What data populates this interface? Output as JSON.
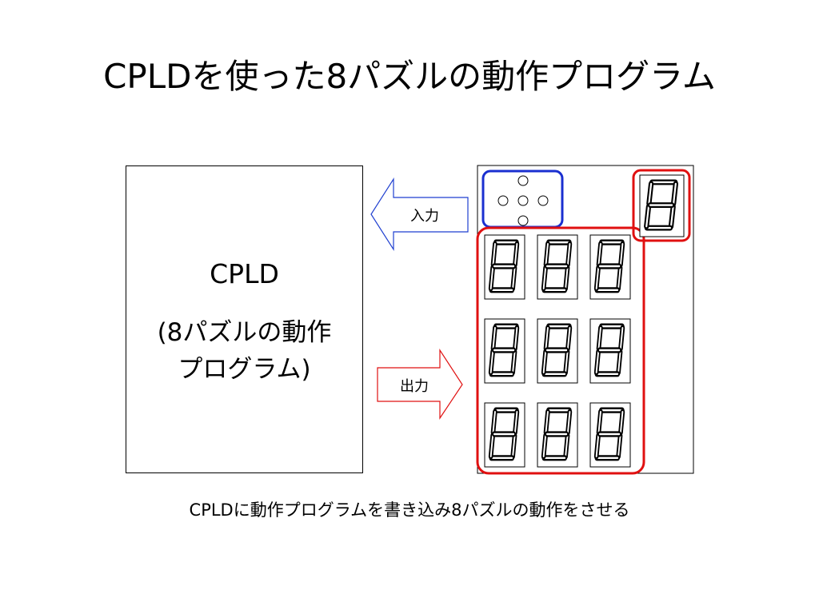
{
  "slide": {
    "title": "CPLDを使った8パズルの動作プログラム"
  },
  "cpld": {
    "name": "CPLD",
    "description_line1": "(8パズルの動作",
    "description_line2": "プログラム)"
  },
  "arrows": {
    "input_label": "入力",
    "output_label": "出力"
  },
  "board": {
    "digit_rows": [
      [
        "8",
        "8",
        "8"
      ],
      [
        "8",
        "8",
        "8"
      ],
      [
        "8",
        "8",
        "8"
      ]
    ],
    "single_digit": "8",
    "buttons": [
      "up",
      "left",
      "center",
      "right",
      "down"
    ]
  },
  "colors": {
    "input_arrow": "#1f3fd0",
    "output_arrow": "#e01010",
    "button_group_outline": "#1a2fd0",
    "display_outline": "#e01010"
  },
  "caption": "CPLDに動作プログラムを書き込み8パズルの動作をさせる"
}
